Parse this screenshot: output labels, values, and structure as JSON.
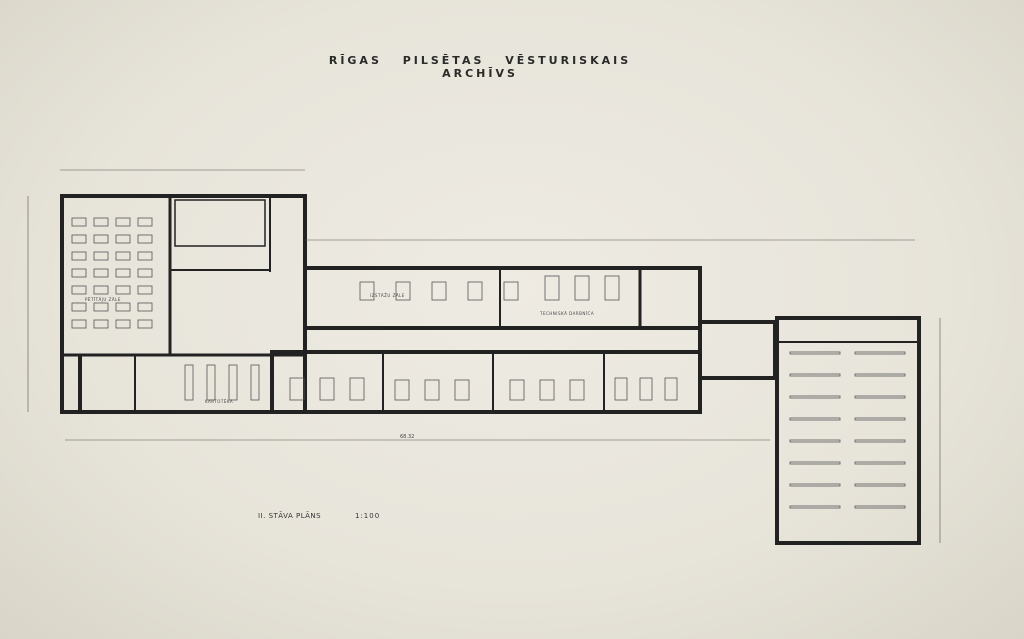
{
  "title": "RĪGAS PILSĒTAS VĒSTURISKAIS ARCHĪVS",
  "plan_label": "II. STĀVA PLĀNS",
  "scale": "1:100",
  "overall_dimension": "68.32",
  "rooms": {
    "reading_room": "PĒTĪTĀJU ZĀLE",
    "exhibition_hall": "IZSTĀŽU ZĀLE",
    "card_index": "KARTOTĒKA",
    "technical_workshop": "TECHNISKĀ DARBNĪCA"
  }
}
